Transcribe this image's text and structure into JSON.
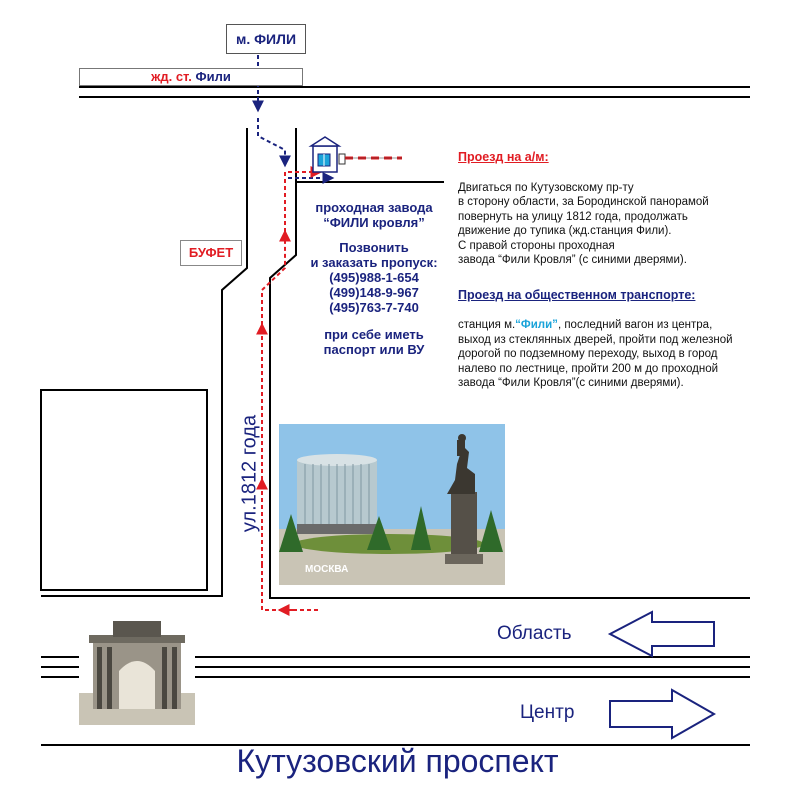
{
  "labels": {
    "metro_station": "м. ФИЛИ",
    "rail_station_prefix": "жд. ст.",
    "rail_station_name": "Фили",
    "bufet": "БУФЕТ",
    "street": "ул.1812 года",
    "direction_oblast": "Область",
    "direction_center": "Центр",
    "avenue": "Кутузовский проспект"
  },
  "center_info": {
    "gate_line1": "проходная завода",
    "gate_line2": "“ФИЛИ кровля”",
    "call_line1": "Позвонить",
    "call_line2": "и заказать пропуск:",
    "phones": [
      "(495)988-1-654",
      "(499)148-9-967",
      "(495)763-7-740"
    ],
    "passport_line1": "при себе иметь",
    "passport_line2": "паспорт или ВУ"
  },
  "car_route": {
    "title": "Проезд на а/м:",
    "lines": [
      "Двигаться по Кутузовскому пр-ту",
      "в сторону области, за Бородинской панорамой",
      "повернуть на улицу 1812 года, продолжать",
      "движение до тупика (жд.станция Фили).",
      "С правой стороны проходная",
      "завода “Фили Кровля” (с синими дверями)."
    ]
  },
  "transit_route": {
    "title": "Проезд на общественном транспорте:",
    "line1_prefix": "станция м.",
    "line1_highlight": "“Фили”",
    "line1_suffix": ", последний вагон из центра,",
    "lines": [
      "выход из стеклянных дверей, пройти под железной",
      "дорогой по подземному переходу,  выход в город",
      "налево по лестнице, пройти 200 м до проходной",
      "завода “Фили Кровля”(с синими дверями)."
    ]
  },
  "photo_caption": "МОСКВА",
  "colors": {
    "text_blue": "#1a237e",
    "route_red": "#e11c23",
    "road_line": "#000000",
    "sky": "#8fc3e8",
    "highlight_cyan": "#1aa3d9"
  },
  "icons": {
    "gate_building": "guard-booth-icon",
    "barrier": "barrier-icon"
  }
}
